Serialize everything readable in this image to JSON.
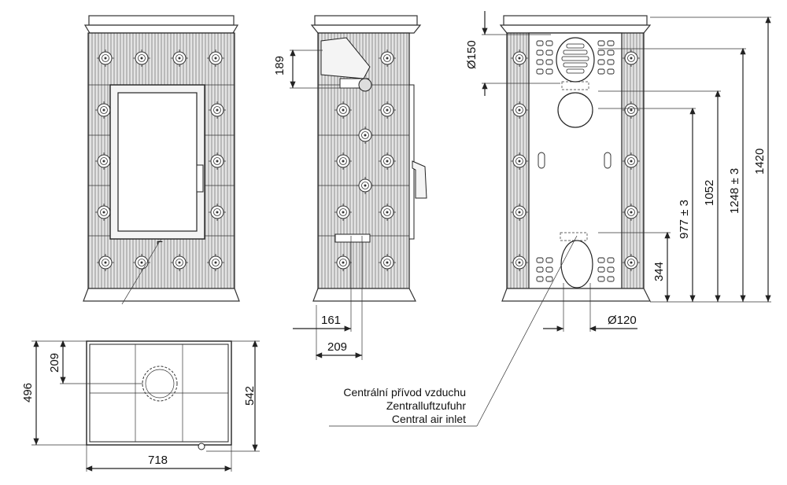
{
  "dimensions": {
    "side_height_189": "189",
    "side_bottom_161": "161",
    "side_bottom_209": "209",
    "back_flue_diameter": "Ø150",
    "back_inlet_diameter": "Ø120",
    "back_inlet_height": "344",
    "back_height_977": "977 ± 3",
    "back_height_1052": "1052",
    "back_height_1248": "1248 ± 3",
    "back_height_1420": "1420",
    "top_depth_496": "496",
    "top_depth_542": "542",
    "top_offset_209": "209",
    "top_width_718": "718"
  },
  "label": {
    "line_cs": "Centrální přívod vzduchu",
    "line_de": "Zentralluftzufuhr",
    "line_en": "Central air inlet"
  },
  "colors": {
    "tile_fill": "#d9d9d9",
    "line": "#222222"
  }
}
